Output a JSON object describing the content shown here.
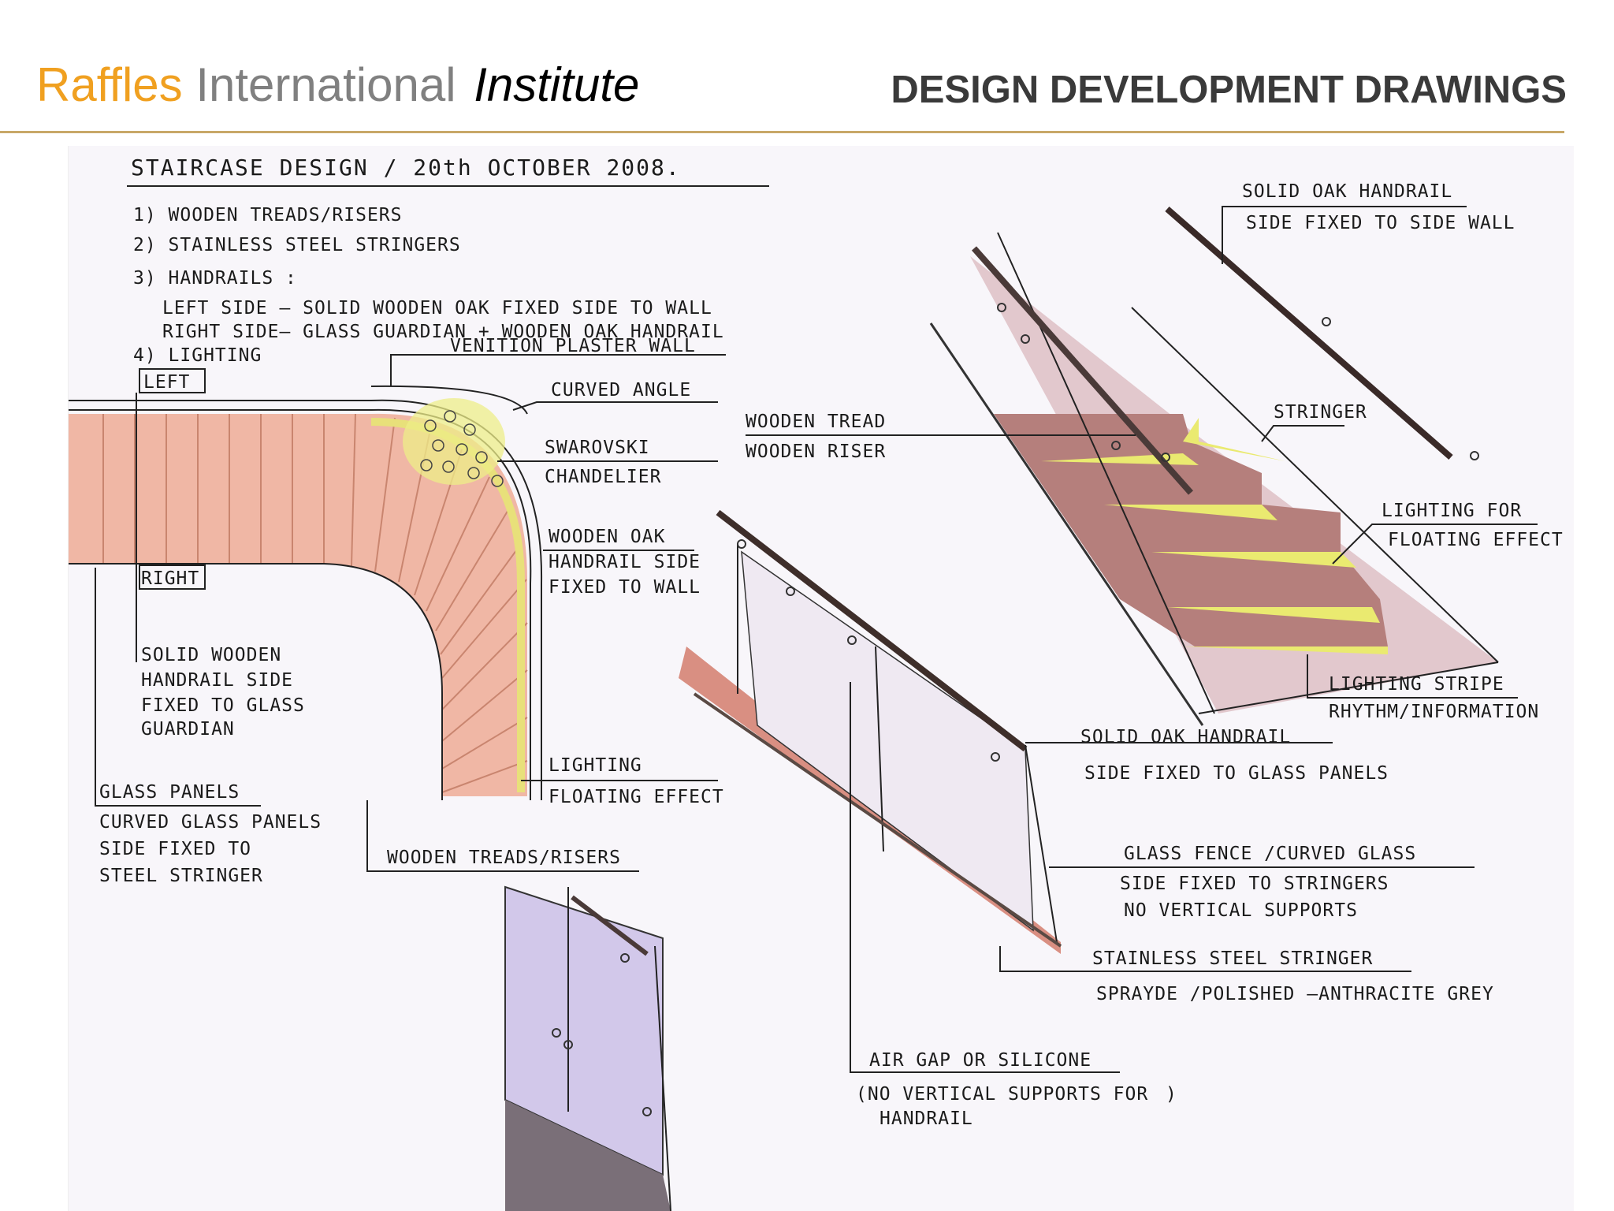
{
  "header": {
    "brand_part1": "Raffles",
    "brand_part2": "International",
    "brand_part3": "Institute",
    "title": "DESIGN DEVELOPMENT DRAWINGS",
    "colors": {
      "brand_orange": "#f0a020",
      "brand_grey": "#808080",
      "rule_gold": "#c8a868",
      "title_grey": "#3a3a3a"
    }
  },
  "sketch": {
    "heading": "STAIRCASE DESIGN / 20th OCTOBER 2008.",
    "notes": [
      "1) WOODEN TREADS/RISERS",
      "2) STAINLESS STEEL STRINGERS",
      "3) HANDRAILS :",
      "LEFT SIDE – SOLID WOODEN OAK FIXED SIDE TO WALL",
      "RIGHT SIDE– GLASS GUARDIAN + WOODEN OAK HANDRAIL",
      "4) LIGHTING"
    ],
    "labels": {
      "venetian": "VENITION PLASTER WALL",
      "left_tag": "LEFT",
      "right_tag": "RIGHT",
      "curved_angle": "CURVED ANGLE",
      "swarovski_1": "SWAROVSKI",
      "swarovski_2": "CHANDELIER",
      "wooden_oak_1": "WOODEN OAK",
      "wooden_oak_2": "HANDRAIL SIDE",
      "wooden_oak_3": "FIXED TO WALL",
      "solid_wooden_1": "SOLID WOODEN",
      "solid_wooden_2": "HANDRAIL SIDE",
      "solid_wooden_3": "FIXED TO GLASS",
      "solid_wooden_4": "GUARDIAN",
      "lighting_1": "LIGHTING",
      "lighting_2": "FLOATING EFFECT",
      "glass_panels_1": "GLASS PANELS",
      "glass_panels_2": "CURVED GLASS PANELS",
      "glass_panels_3": "SIDE FIXED TO",
      "glass_panels_4": "STEEL STRINGER",
      "wooden_treads_risers": "WOODEN TREADS/RISERS",
      "wooden_tread": "WOODEN TREAD",
      "wooden_riser": "WOODEN RISER",
      "solid_oak_top_1": "SOLID OAK HANDRAIL",
      "solid_oak_top_2": "SIDE FIXED TO SIDE WALL",
      "stringer": "STRINGER",
      "lighting_for_1": "LIGHTING FOR",
      "lighting_for_2": "FLOATING EFFECT",
      "lighting_stripe_1": "LIGHTING STRIPE",
      "lighting_stripe_2": "RHYTHM/INFORMATION",
      "solid_oak_glass_1": "SOLID OAK HANDRAIL",
      "solid_oak_glass_2": "SIDE FIXED TO GLASS PANELS",
      "glass_fence_1": "GLASS FENCE /CURVED GLASS",
      "glass_fence_2": "SIDE FIXED TO STRINGERS",
      "glass_fence_3": "NO VERTICAL SUPPORTS",
      "steel_stringer_1": "STAINLESS STEEL STRINGER",
      "steel_stringer_2": "SPRAYDE /POLISHED –ANTHRACITE GREY",
      "air_gap_1": "AIR GAP OR SILICONE",
      "air_gap_2": "(NO VERTICAL SUPPORTS FOR",
      "air_gap_3": "HANDRAIL",
      "air_gap_close": ")"
    }
  }
}
